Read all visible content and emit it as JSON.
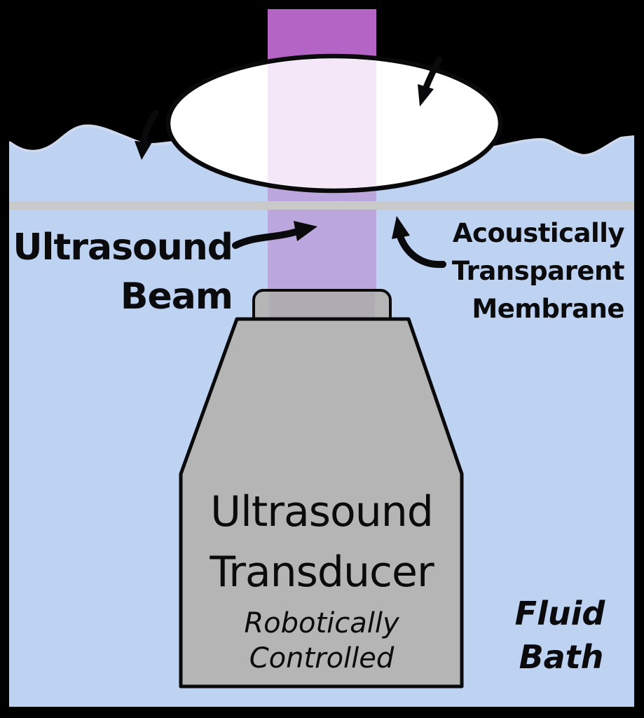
{
  "labels": {
    "ultrasound_beam": {
      "line1": "Ultrasound",
      "line2": "Beam"
    },
    "membrane": {
      "line1": "Acoustically",
      "line2": "Transparent",
      "line3": "Membrane"
    },
    "transducer": {
      "line1": "Ultrasound",
      "line2": "Transducer"
    },
    "transducer_sub": {
      "line1": "Robotically",
      "line2": "Controlled"
    },
    "fluid_bath": {
      "line1": "Fluid",
      "line2": "Bath"
    }
  },
  "colors": {
    "background": "#000000",
    "fluid": "#bed3f2",
    "wave_highlight": "#cfd9ee",
    "membrane_band": "#c9c9c9",
    "membrane_disc": "#ffffff",
    "beam_above_surface": "#f4e7f8",
    "beam_in_fluid": "#bca6de",
    "beam_source": "#b464c4",
    "transducer_body": "#b5b5b5",
    "outline": "#0a0a0c",
    "fluid_bath_text": "#3d4350",
    "label_text": "#0b0b0d"
  }
}
